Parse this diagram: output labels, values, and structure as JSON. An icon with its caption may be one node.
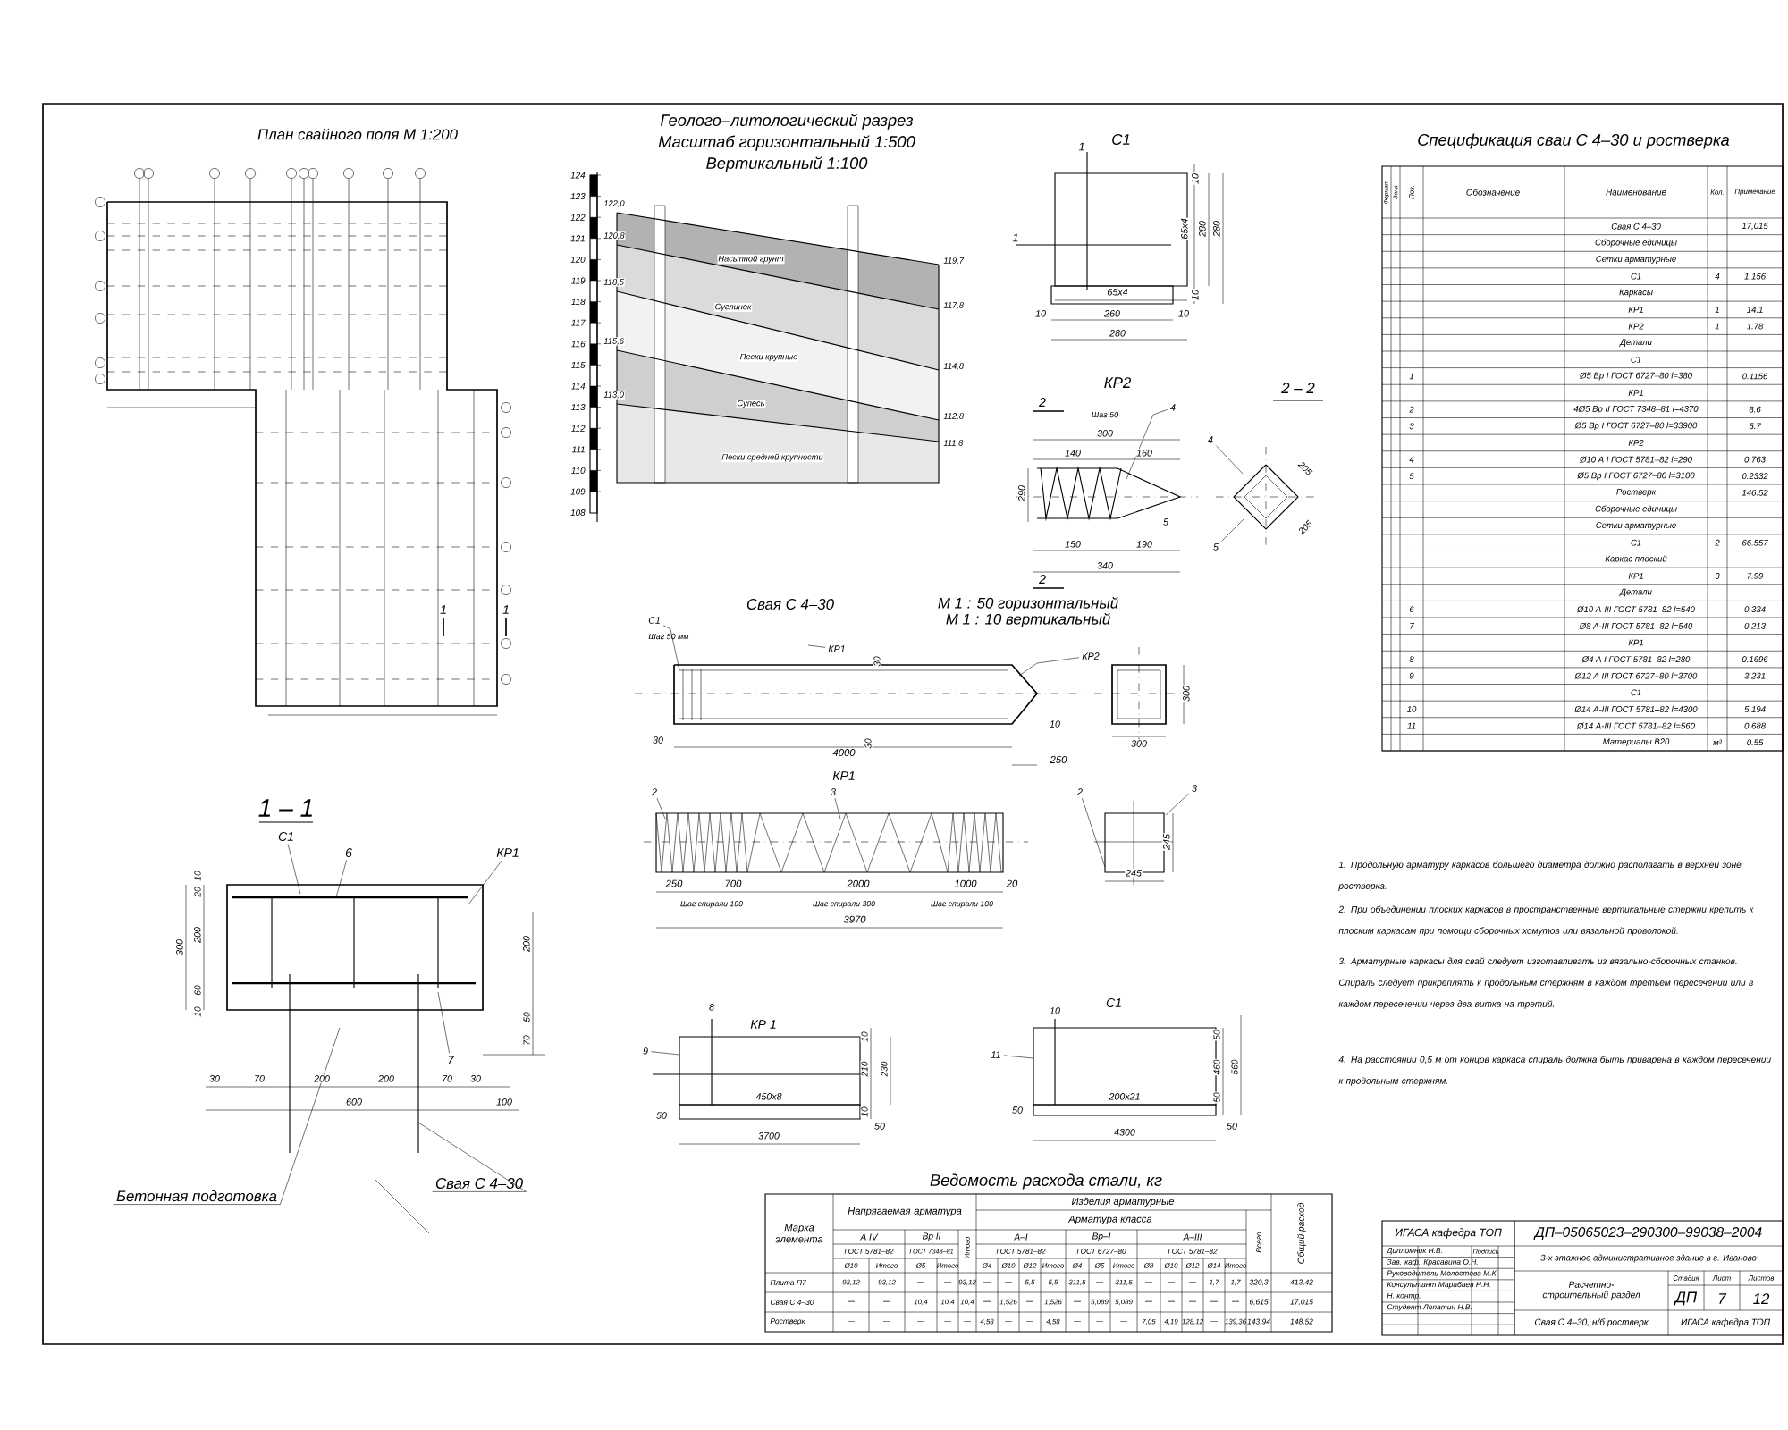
{
  "diagram": {
    "nodes": [
      {
        "text": [
          "Бетонная подготовка"
        ]
      },
      {
        "text": [
          "Свая С 4–30"
        ]
      },
      {
        "text": [
          "4"
        ]
      },
      {
        "text": [
          "4"
        ]
      },
      {
        "text": [
          "5"
        ]
      },
      {
        "text": [
          "С1"
        ]
      },
      {
        "text": [
          "КР1"
        ]
      },
      {
        "text": [
          "КР2"
        ]
      },
      {
        "text": [
          "2"
        ]
      },
      {
        "text": [
          "3"
        ]
      },
      {
        "text": [
          "2"
        ]
      },
      {
        "text": [
          "3"
        ]
      },
      {
        "text": [
          "С1"
        ]
      },
      {
        "text": [
          "6"
        ]
      },
      {
        "text": [
          "КР1"
        ]
      },
      {
        "text": [
          "7"
        ]
      },
      {
        "text": [
          "9"
        ]
      },
      {
        "text": [
          "11"
        ]
      }
    ],
    "edges": [
      {
        "from": 0,
        "to": null,
        "arrow": "none"
      },
      {
        "from": 1,
        "to": null,
        "arrow": "none"
      },
      {
        "from": 2,
        "to": null,
        "arrow": "none"
      },
      {
        "from": 3,
        "to": null,
        "arrow": "none"
      },
      {
        "from": 4,
        "to": null,
        "arrow": "none"
      },
      {
        "from": 5,
        "to": null,
        "arrow": "none"
      },
      {
        "from": 6,
        "to": null,
        "arrow": "none"
      },
      {
        "from": 7,
        "to": null,
        "arrow": "none"
      },
      {
        "from": 8,
        "to": null,
        "arrow": "none"
      },
      {
        "from": 9,
        "to": null,
        "arrow": "none"
      },
      {
        "from": 10,
        "to": null,
        "arrow": "none"
      },
      {
        "from": 11,
        "to": null,
        "arrow": "none"
      },
      {
        "from": 12,
        "to": null,
        "arrow": "none"
      },
      {
        "from": 13,
        "to": null,
        "arrow": "none"
      },
      {
        "from": 14,
        "to": null,
        "arrow": "none"
      },
      {
        "from": 15,
        "to": null,
        "arrow": "none"
      },
      {
        "from": 16,
        "to": null,
        "arrow": "none"
      },
      {
        "from": 17,
        "to": null,
        "arrow": "none"
      }
    ],
    "labels": [
      "План свайного поля М 1:200",
      "1",
      "1",
      "Геолого–литологический разрез",
      "Масштаб горизонтальный 1:500",
      "Вертикальный 1:100",
      "124",
      "123",
      "122",
      "121",
      "120",
      "119",
      "118",
      "117",
      "116",
      "115",
      "114",
      "113",
      "112",
      "111",
      "110",
      "109",
      "108",
      "122,0",
      "120,8",
      "118,5",
      "115,6",
      "113,0",
      "119,7",
      "117,8",
      "114,8",
      "112,8",
      "111,8",
      "Насыпной грунт",
      "Суглинок",
      "Пески крупные",
      "Супесь",
      "Пески средней крупности",
      "С1",
      "1",
      "1",
      "10",
      "65x4",
      "280",
      "280",
      "10",
      "65x4",
      "10",
      "260",
      "10",
      "280",
      "КР2",
      "2",
      "2",
      "Шаг 50",
      "300",
      "140",
      "160",
      "290",
      "5",
      "150",
      "190",
      "340",
      "2 – 2",
      "205",
      "205",
      "Свая С 4–30",
      "М 1 : 50 горизонтальный",
      "М 1 : 10 вертикальный",
      "Шаг 50 мм",
      "30",
      "10",
      "30",
      "30",
      "4000",
      "250",
      "300",
      "300",
      "КР1",
      "250",
      "700",
      "2000",
      "1000",
      "20",
      "Шаг спирали 100",
      "Шаг спирали 300",
      "Шаг спирали 100",
      "3970",
      "245",
      "245",
      "1 – 1",
      "20",
      "10",
      "300",
      "200",
      "60",
      "10",
      "200",
      "70",
      "50",
      "30",
      "70",
      "200",
      "200",
      "70",
      "30",
      "600",
      "100",
      "КР 1",
      "8",
      "10",
      "210",
      "230",
      "10",
      "50",
      "450x8",
      "50",
      "3700",
      "С1",
      "10",
      "50",
      "460",
      "560",
      "50",
      "50",
      "200x21",
      "50",
      "4300",
      "Спецификация сваи С 4–30 и ростверка",
      "Формат",
      "Зона",
      "Поз.",
      "Обозначение",
      "Наименование",
      "Кол.",
      "Примечание",
      "Свая С 4–30",
      "17,015",
      "Сборочные единицы",
      "Сетки арматурные",
      "С1",
      "4",
      "1.156",
      "Каркасы",
      "КР1",
      "1",
      "14.1",
      "КР2",
      "1",
      "1.78",
      "Детали",
      "С1",
      "1",
      "Ø5 Вр I ГОСТ 6727–80 l=380",
      "0.1156",
      "КР1",
      "2",
      "4Ø5 Вр II ГОСТ 7348–81 l=4370",
      "8.6",
      "3",
      "Ø5 Вр I ГОСТ 6727–80 l=33900",
      "5.7",
      "КР2",
      "4",
      "Ø10 A I ГОСТ 5781–82 l=290",
      "0.763",
      "5",
      "Ø5 Вр I ГОСТ 6727–80 l=3100",
      "0.2332",
      "Ростверк",
      "146.52",
      "Сборочные единицы",
      "Сетки арматурные",
      "С1",
      "2",
      "66.557",
      "Каркас плоский",
      "КР1",
      "3",
      "7.99",
      "Детали",
      "6",
      "Ø10 A-III ГОСТ 5781–82 l=540",
      "0.334",
      "7",
      "Ø8 A-III ГОСТ 5781–82 l=540",
      "0.213",
      "КР1",
      "8",
      "Ø4 A I ГОСТ 5781–82 l=280",
      "0.1696",
      "9",
      "Ø12 A III ГОСТ 6727–80 l=3700",
      "3.231",
      "С1",
      "10",
      "Ø14 A-III ГОСТ 5781–82 l=4300",
      "5.194",
      "11",
      "Ø14 A-III ГОСТ 5781–82 l=560",
      "0.688",
      "Материалы B20",
      "м³",
      "0.55",
      "Ведомость расхода стали, кг",
      "Марка элемента",
      "Напрягаемая арматура",
      "Изделия арматурные",
      "Арматура класса",
      "Общий расход",
      "A IV",
      "Вр II",
      "Итого",
      "A–I",
      "Вр–I",
      "A–III",
      "Всего",
      "ГОСТ 5781–82",
      "ГОСТ 7348–81",
      "ГОСТ 5781–82",
      "ГОСТ 6727–80",
      "ГОСТ 5781–82",
      "Ø10",
      "Итого",
      "Ø5",
      "Итого",
      "Ø4",
      "Ø10",
      "Ø12",
      "Итого",
      "Ø4",
      "Ø5",
      "Итого",
      "Ø8",
      "Ø10",
      "Ø12",
      "Ø14",
      "Итого",
      "Плита П7",
      "93,12",
      "93,12",
      "—",
      "—",
      "93,12",
      "—",
      "—",
      "5,5",
      "5,5",
      "311,5",
      "—",
      "311,5",
      "—",
      "—",
      "—",
      "1,7",
      "1,7",
      "320,3",
      "413,42",
      "Свая С 4–30",
      "—",
      "—",
      "10,4",
      "10,4",
      "10,4",
      "—",
      "1,526",
      "—",
      "1,526",
      "—",
      "5,089",
      "5,089",
      "—",
      "—",
      "—",
      "—",
      "—",
      "6,615",
      "17,015",
      "Ростверк",
      "—",
      "—",
      "—",
      "—",
      "—",
      "4,58",
      "—",
      "—",
      "4,58",
      "—",
      "—",
      "—",
      "7,05",
      "4,19",
      "128,12",
      "—",
      "139,36",
      "143,94",
      "148,52",
      "1. Продольную арматуру каркасов большего диаметра должно располагать в верхней зоне ростверка.",
      "2. При объединении плоских каркасов в пространственные вертикальные стержни крепить к плоским каркасам при помощи сборочных хомутов или вязальной проволокой.",
      "3. Арматурные каркасы для свай следует изготавливать из вязально-сборочных станков. Спираль следует прикреплять к продольным стержням в каждом третьем пересечении или в каждом пересечении через два витка на третий.",
      "4. На расстоянии 0,5 м от концов каркаса спираль должна быть приварена в каждом пересечении к продольным стержням.",
      "ИГАСА кафедра ТОП",
      "ДП–05065023–290300–99038–2004",
      "Дипломник Н.В.",
      "Зав. каф. Красавина О.Н.",
      "Руководитель Молостова М.К.",
      "Консультант Марабаев Н.Н.",
      "Н. контр.",
      "Студент Лопатин Н.В.",
      "Подпись",
      "3-х этажное административное здание в г. Иваново",
      "Расчетно-строительный раздел",
      "Стадия",
      "Лист",
      "Листов",
      "ДП",
      "7",
      "12",
      "Свая С 4–30, н/б ростверк",
      "ИГАСА кафедра ТОП"
    ]
  }
}
